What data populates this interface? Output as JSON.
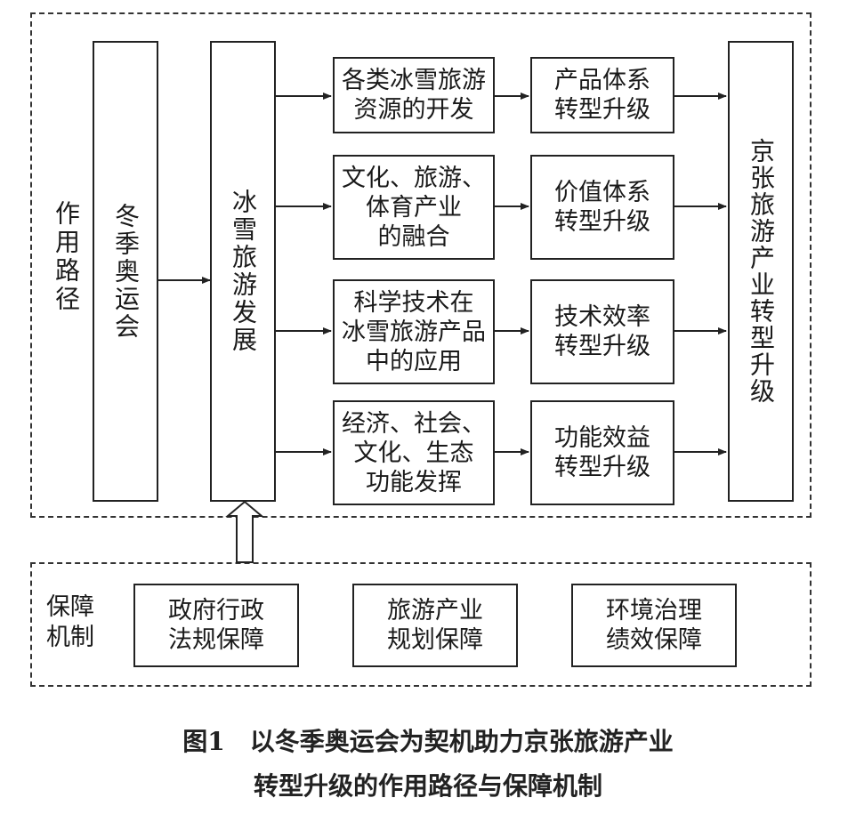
{
  "section_path": {
    "label": "作用路径",
    "winter_olympics": "冬季奥运会",
    "ice_snow_development": "冰雪旅游发展",
    "paths": [
      {
        "action": "各类冰雪旅游\n资源的开发",
        "upgrade": "产品体系\n转型升级"
      },
      {
        "action": "文化、旅游、\n体育产业\n的融合",
        "upgrade": "价值体系\n转型升级"
      },
      {
        "action": "科学技术在\n冰雪旅游产品\n中的应用",
        "upgrade": "技术效率\n转型升级"
      },
      {
        "action": "经济、社会、\n文化、生态\n功能发挥",
        "upgrade": "功能效益\n转型升级"
      }
    ],
    "outcome": "京张旅游产业转型升级"
  },
  "section_guarantee": {
    "label": "保障\n机制",
    "items": [
      "政府行政\n法规保障",
      "旅游产业\n规划保障",
      "环境治理\n绩效保障"
    ]
  },
  "caption": {
    "line1": "图1　以冬季奥运会为契机助力京张旅游产业",
    "line2": "转型升级的作用路径与保障机制"
  }
}
